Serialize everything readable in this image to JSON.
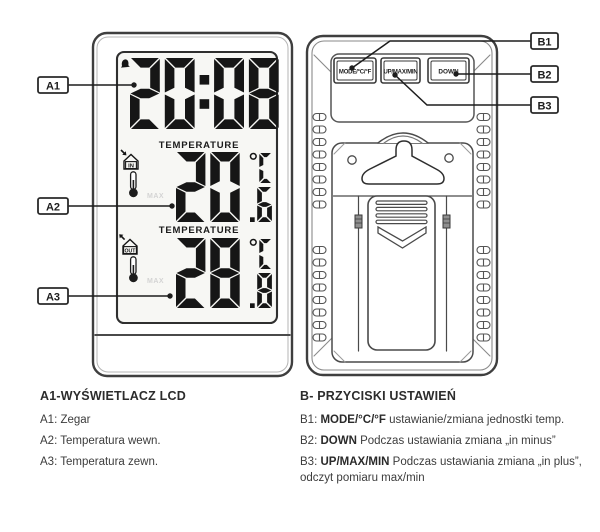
{
  "front": {
    "labels": [
      {
        "id": "A1"
      },
      {
        "id": "A2"
      },
      {
        "id": "A3"
      }
    ],
    "lcd": {
      "clock": "20:08",
      "sections": [
        {
          "title": "TEMPERATURE",
          "io": "IN",
          "value": "20",
          "decimal": ".6",
          "unit": "°C",
          "max_indicator": "MAX"
        },
        {
          "title": "TEMPERATURE",
          "io": "OUT",
          "value": "28",
          "decimal": ".8",
          "unit": "°C",
          "max_indicator": "MAX"
        }
      ]
    }
  },
  "back": {
    "labels": [
      {
        "id": "B1"
      },
      {
        "id": "B2"
      },
      {
        "id": "B3"
      }
    ],
    "buttons": [
      "MODE/°C/°F",
      "UP/MAX/MIN",
      "DOWN"
    ]
  },
  "legend": {
    "left": {
      "heading": "A1-WYŚWIETLACZ LCD",
      "items": [
        "A1: Zegar",
        "A2: Temperatura wewn.",
        "A3: Temperatura zewn."
      ]
    },
    "right": {
      "heading": "B- PRZYCISKI USTAWIEŃ",
      "items": [
        {
          "prefix": "B1: ",
          "key": "MODE/°C/°F",
          "desc": " ustawianie/zmiana jednostki temp."
        },
        {
          "prefix": "B2: ",
          "key": "DOWN",
          "desc": " Podczas ustawiania zmiana „in minus”"
        },
        {
          "prefix": "B3: ",
          "key": "UP/MAX/MIN",
          "desc": " Podczas ustawiania zmiana „in plus”, odczyt pomiaru max/min"
        }
      ]
    }
  },
  "colors": {
    "line": "#3f3f3f",
    "thin_line": "#6e6e6e",
    "lcd_digit": "#161616",
    "callout": "#1d1d1d",
    "faint": "#d4d4d4",
    "text": "#3c3c3c"
  }
}
